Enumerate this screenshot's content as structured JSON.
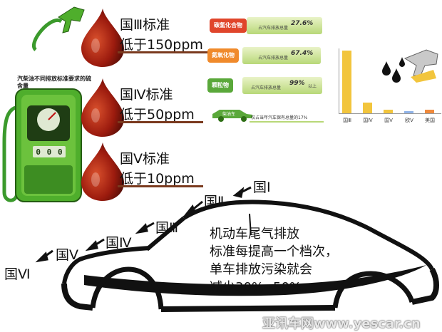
{
  "pump": {
    "caption": "汽柴油不同排放标准要求的硫含量",
    "meter_digits": [
      "0",
      "0",
      "0"
    ]
  },
  "standards": [
    {
      "title": "国Ⅲ标准",
      "value": "低于150ppm"
    },
    {
      "title": "国Ⅳ标准",
      "value": "低于50ppm"
    },
    {
      "title": "国Ⅴ标准",
      "value": "低于10ppm"
    }
  ],
  "pollutants": {
    "rows": [
      {
        "name": "碳氢化合物",
        "note": "占汽车排放总量",
        "pct": "27.6%",
        "suffix": ""
      },
      {
        "name": "氮氧化物",
        "note": "占汽车排放总量",
        "pct": "67.4%",
        "suffix": ""
      },
      {
        "name": "颗粒物",
        "note": "占汽车排放总量",
        "pct": "99%",
        "suffix": "以上"
      }
    ],
    "footer_label": "柴油车",
    "footer_note": "仅占当年汽车保有总量的17%"
  },
  "chart_data": {
    "type": "bar",
    "categories": [
      "国Ⅲ",
      "国Ⅳ",
      "国Ⅴ",
      "欧Ⅴ",
      "美国"
    ],
    "values": [
      100,
      17,
      6,
      3,
      6
    ],
    "colors": [
      "#f2c53d",
      "#f2c53d",
      "#f2c53d",
      "#8fb3e8",
      "#f08a3c"
    ],
    "title": "",
    "xlabel": "",
    "ylabel": ""
  },
  "stages": [
    "国Ⅰ",
    "国Ⅱ",
    "国Ⅲ",
    "国Ⅳ",
    "国Ⅴ",
    "国Ⅵ"
  ],
  "car_text": {
    "line1": "机动车尾气排放",
    "line2": "标准每提高一个档次，",
    "line3": "单车排放污染就会",
    "line4": "减少30%--50%。"
  },
  "watermark": "亚讯车网www.yescar.cn",
  "colors": {
    "pump_green": "#4fae2c",
    "pump_dark": "#2f6f16",
    "drop_red": "#a3150f",
    "drop_brown": "#5c2a14",
    "pill_red": "#e0452b",
    "pill_orange": "#f08a2b",
    "pill_green": "#5aa83a"
  }
}
